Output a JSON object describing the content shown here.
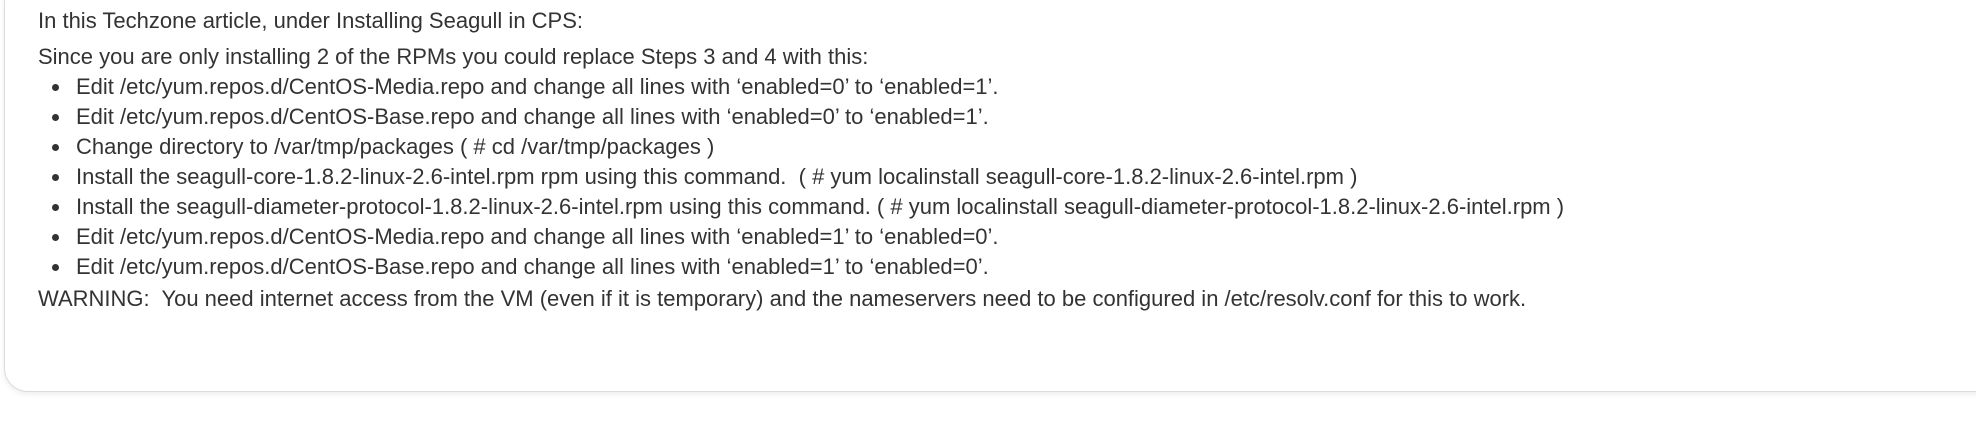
{
  "article": {
    "intro": "In this Techzone article, under Installing Seagull in CPS:",
    "lead": "Since you are only installing 2 of the RPMs you could replace Steps 3 and 4 with this:",
    "steps": [
      "Edit /etc/yum.repos.d/CentOS-Media.repo and change all lines with ‘enabled=0’ to ‘enabled=1’.",
      "Edit /etc/yum.repos.d/CentOS-Base.repo and change all lines with ‘enabled=0’ to ‘enabled=1’.",
      "Change directory to /var/tmp/packages ( # cd /var/tmp/packages )",
      "Install the seagull-core-1.8.2-linux-2.6-intel.rpm rpm using this command.  ( # yum localinstall seagull-core-1.8.2-linux-2.6-intel.rpm )",
      "Install the seagull-diameter-protocol-1.8.2-linux-2.6-intel.rpm using this command. ( # yum localinstall seagull-diameter-protocol-1.8.2-linux-2.6-intel.rpm )",
      "Edit /etc/yum.repos.d/CentOS-Media.repo and change all lines with ‘enabled=1’ to ‘enabled=0’.",
      "Edit /etc/yum.repos.d/CentOS-Base.repo and change all lines with ‘enabled=1’ to ‘enabled=0’."
    ],
    "warning": "WARNING:  You need internet access from the VM (even if it is temporary) and the nameservers need to be configured in /etc/resolv.conf for this to work."
  }
}
